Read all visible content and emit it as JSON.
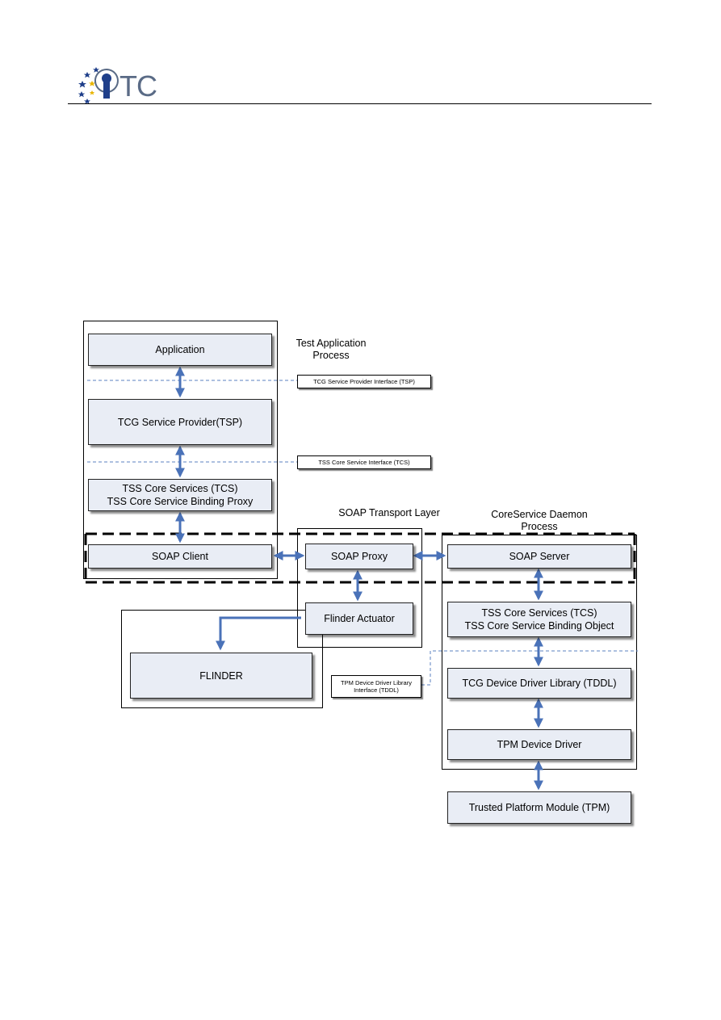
{
  "header": {
    "logo_text": "TC"
  },
  "diagram": {
    "labels": {
      "test_app_process_l1": "Test Application",
      "test_app_process_l2": "Process",
      "soap_transport": "SOAP Transport Layer",
      "daemon_process_l1": "CoreService Daemon",
      "daemon_process_l2": "Process"
    },
    "interfaces": {
      "tsp_interface": "TCG Service Provider Interface (TSP)",
      "tcs_interface": "TSS Core Service Interface (TCS)",
      "tddl_interface_l1": "TPM Device Driver Library",
      "tddl_interface_l2": "Interface (TDDL)"
    },
    "boxes": {
      "application": "Application",
      "tsp": "TCG Service Provider(TSP)",
      "tcs_proxy_l1": "TSS Core Services (TCS)",
      "tcs_proxy_l2": "TSS Core Service Binding Proxy",
      "soap_client": "SOAP Client",
      "soap_proxy": "SOAP Proxy",
      "soap_server": "SOAP Server",
      "flinder_actuator": "Flinder Actuator",
      "flinder": "FLINDER",
      "tcs_object_l1": "TSS Core Services (TCS)",
      "tcs_object_l2": "TSS Core Service Binding Object",
      "tddl": "TCG Device Driver Library (TDDL)",
      "tpm_driver": "TPM Device Driver",
      "tpm": "Trusted Platform Module (TPM)"
    },
    "colors": {
      "arrow": "#4a72b8",
      "box_fill": "#e9edf5",
      "dashed_line": "#5b82c0"
    }
  }
}
